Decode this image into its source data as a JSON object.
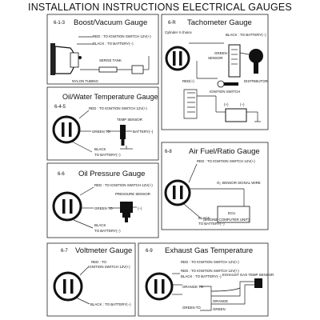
{
  "title": "INSTALLATION INSTRUCTIONS ELECTRICAL GAUGES",
  "panels": {
    "boost": {
      "num": "6-1-3",
      "name": "Boost/Vacuum Gauge",
      "red": "RED : TO IGNITION SWITCH 12V(+)",
      "black": "BLACK : TO BATTERY(−)",
      "serge": "SERGE TANK",
      "nylon": "NYLON TUBING"
    },
    "tach": {
      "num": "6-R",
      "name": "Tachometer Gauge",
      "cyl": "Cylinder ≡ choice",
      "black": "BLACK : TO BATTERY(−)",
      "green1": "GREEN : TO",
      "green2": "SENSOR",
      "red": "RED(+)",
      "ign": "IGNITION SWITCH",
      "dist": "DISTRIBUTOR",
      "bp": "(+)",
      "bm": "(−)"
    },
    "oil_temp": {
      "num": "6-4-5",
      "name": "Oil/Water Temperature Gauge",
      "red": "RED : TO IGNITION SWITCH 12V(+)",
      "sensor": "TEMP SENSOR",
      "green": "GREEN TO",
      "batt": "BATTERY(−)",
      "black": "BLACK",
      "tobatt": "TO BATTERY(−)"
    },
    "afr": {
      "num": "6-8",
      "name": "Air Fuel/Ratio Gauge",
      "red": "RED : TO IGNITION SWITCH 12V(+)",
      "sig": "O₂ SENSOR SIGNAL WIRE",
      "ecu1": "ECU",
      "ecu2": "(ENGINE COMPUTER UNIT)",
      "black": "BLACK",
      "tobatt": "TO BATTERY(−)"
    },
    "oil_press": {
      "num": "6-6",
      "name": "Oil Pressure Gauge",
      "red": "RED : TO IGNITION SWITCH 12V(+)",
      "sensor": "PRESSURE SENSOR",
      "green": "GREEN TO",
      "black": "BLACK",
      "tobatt": "TO BATTERY(−)"
    },
    "volt": {
      "num": "6-7",
      "name": "Voltmeter Gauge",
      "red1": "RED : TO",
      "red2": "IGNITION SWITCH 12V(+)",
      "black": "BLACK : TO BATTERY(−)"
    },
    "egt": {
      "num": "6-9",
      "name": "Exhaust Gas Temperature",
      "red": "RED : TO IGNITION SWITCH 12V(+)",
      "black": "BLACK : TO BATTERY(−)",
      "sensor": "EXHAUST GAS TEMP SENSOR",
      "orange": "ORANGE TO",
      "orange2": "ORANGE",
      "green": "GREEN TO",
      "green2": "GREEN"
    }
  }
}
